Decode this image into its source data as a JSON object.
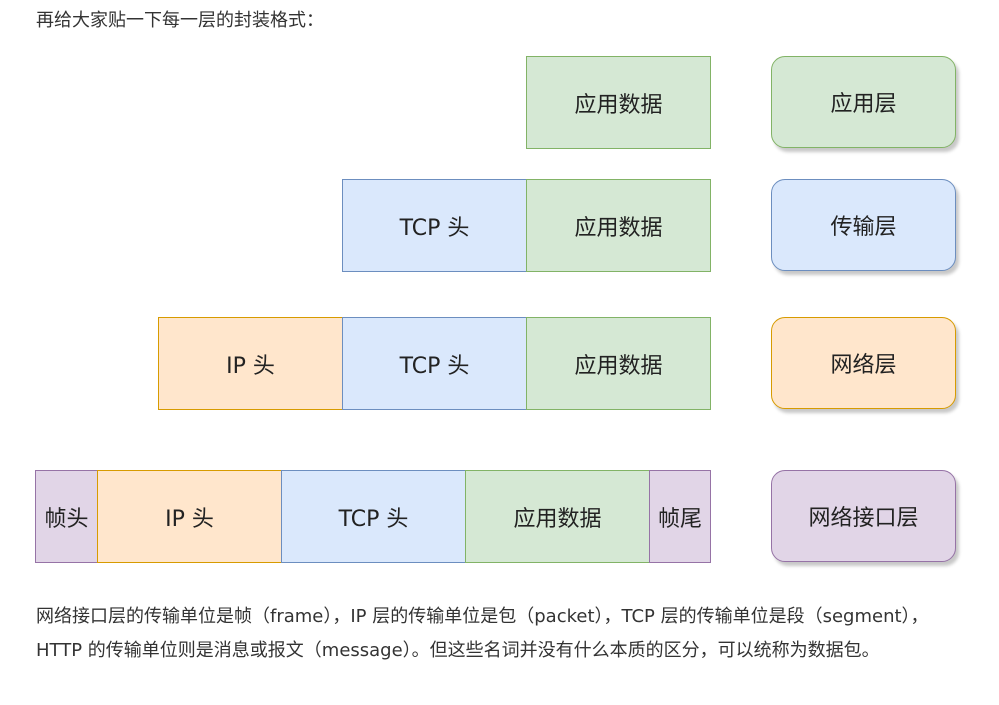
{
  "intro": "再给大家贴一下每一层的封装格式：",
  "labels": {
    "app_data": "应用数据",
    "tcp_header": "TCP 头",
    "ip_header": "IP 头",
    "frame_header": "帧头",
    "frame_trailer": "帧尾"
  },
  "layers": {
    "application": "应用层",
    "transport": "传输层",
    "network": "网络层",
    "link": "网络接口层"
  },
  "colors": {
    "green_fill": "#d5e8d4",
    "green_border": "#82b366",
    "blue_fill": "#dae8fc",
    "blue_border": "#6c8ebf",
    "orange_fill": "#ffe6cc",
    "orange_border": "#d79b00",
    "purple_fill": "#e1d5e7",
    "purple_border": "#9673a6"
  },
  "summary": "网络接口层的传输单位是帧（frame），IP 层的传输单位是包（packet），TCP 层的传输单位是段（segment），HTTP 的传输单位则是消息或报文（message）。但这些名词并没有什么本质的区分，可以统称为数据包。"
}
